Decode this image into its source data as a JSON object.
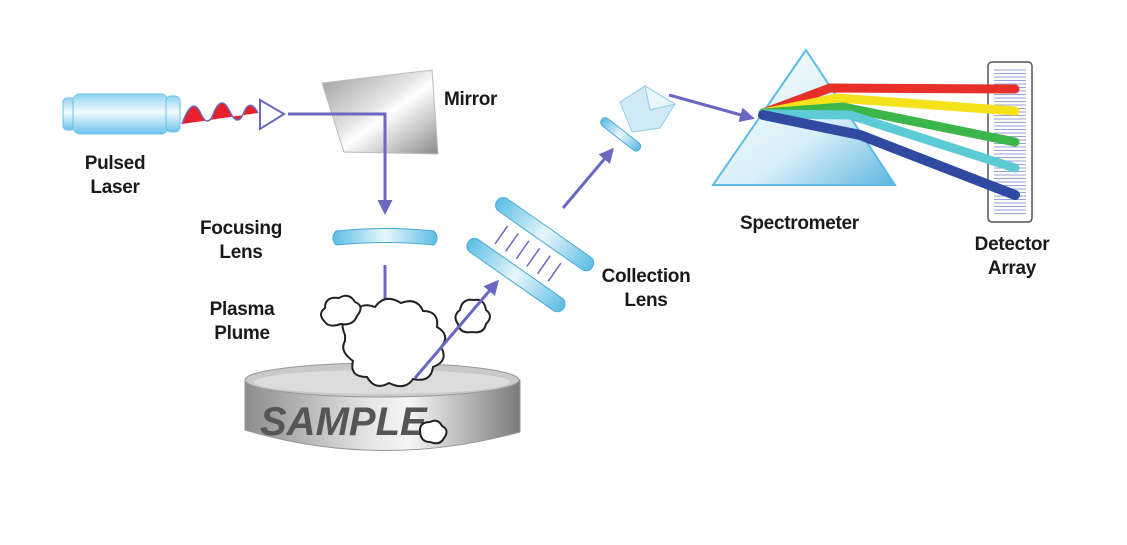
{
  "title": "Laser-Induced Breakdown Spectroscopy setup",
  "labels": {
    "pulsed_laser": [
      "Pulsed",
      "Laser"
    ],
    "mirror": "Mirror",
    "focusing_lens": [
      "Focusing",
      "Lens"
    ],
    "plasma_plume": [
      "Plasma",
      "Plume"
    ],
    "collection_lens": [
      "Collection",
      "Lens"
    ],
    "spectrometer": "Spectrometer",
    "detector_array": [
      "Detector",
      "Array"
    ],
    "sample": "SAMPLE"
  },
  "colors": {
    "beam": "#6a68c0",
    "laser_pulse": "#e8202a",
    "lens": "#5bbde4",
    "spectrum": [
      "#e8302a",
      "#f5e21a",
      "#3cb54a",
      "#5ccbd6",
      "#2f4aa0"
    ]
  }
}
